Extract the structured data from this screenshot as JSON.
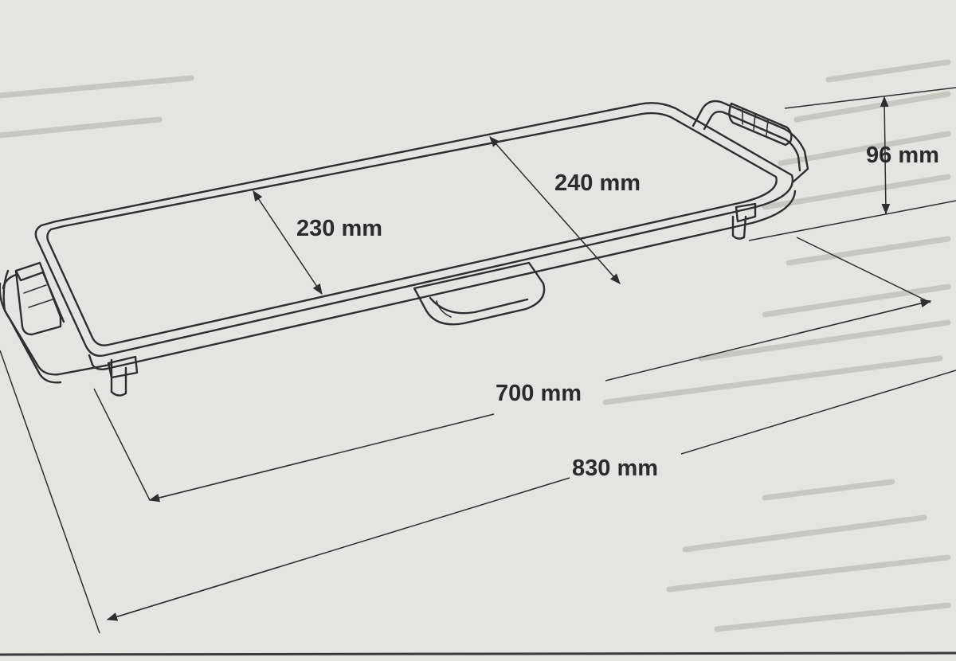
{
  "diagram": {
    "dimensions": {
      "plate_width": "230 mm",
      "plate_depth": "240 mm",
      "height": "96 mm",
      "plate_length": "700 mm",
      "total_length": "830 mm"
    },
    "colors": {
      "paper": "#e6e4de",
      "ink": "#2e2e2e",
      "bleed_text": "#c9c6bf"
    }
  }
}
